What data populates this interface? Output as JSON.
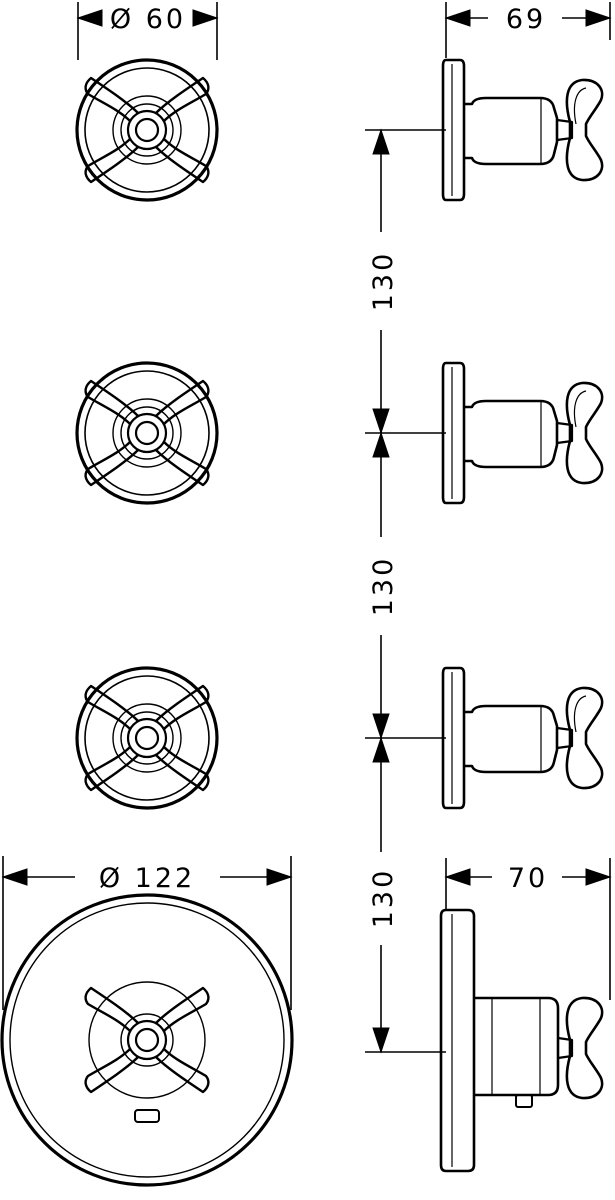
{
  "colors": {
    "ink": "#000000",
    "paper": "#ffffff"
  },
  "dimensions": {
    "small_rosette_diameter": "Ø 60",
    "small_side_depth": "69",
    "spacing_1": "130",
    "spacing_2": "130",
    "spacing_3": "130",
    "large_rosette_diameter": "Ø 122",
    "large_side_depth": "70"
  }
}
